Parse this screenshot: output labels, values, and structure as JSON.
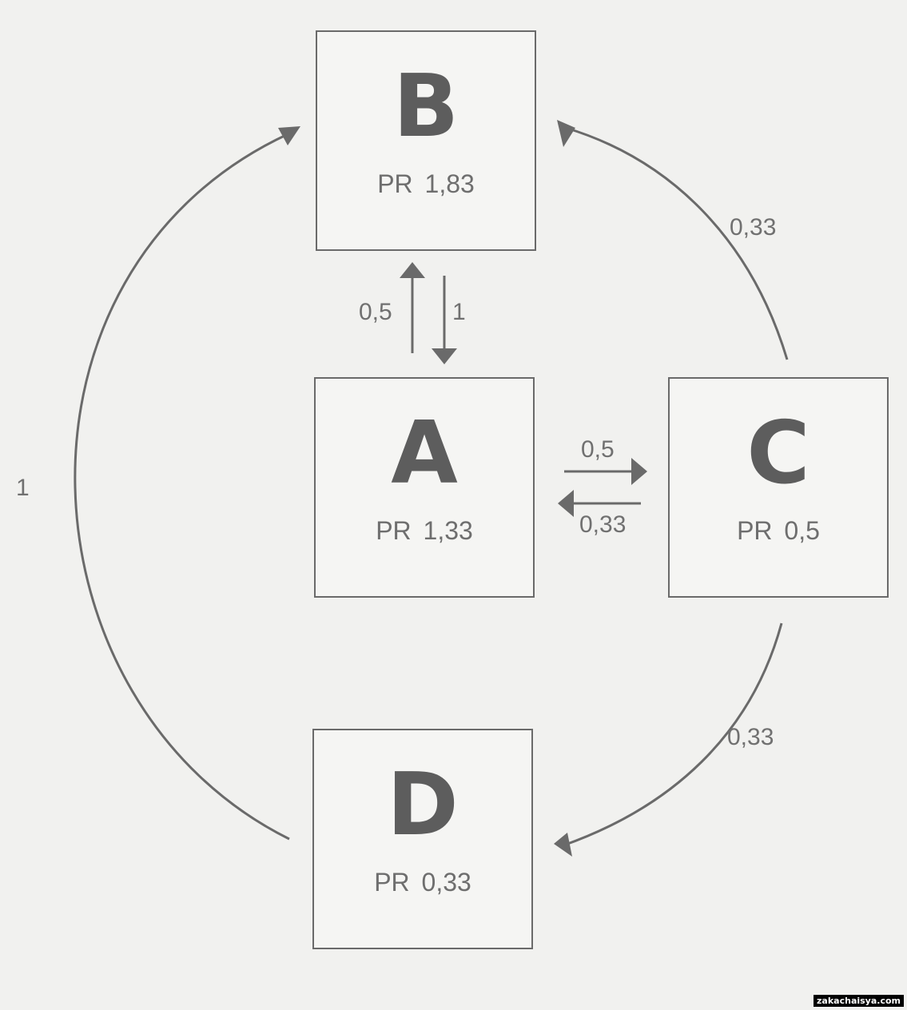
{
  "nodes": {
    "b": {
      "letter": "B",
      "pr": "PR 1,83"
    },
    "a": {
      "letter": "A",
      "pr": "PR 1,33"
    },
    "c": {
      "letter": "C",
      "pr": "PR 0,5"
    },
    "d": {
      "letter": "D",
      "pr": "PR 0,33"
    }
  },
  "edges": {
    "a_to_b": "0,5",
    "b_to_a": "1",
    "a_to_c": "0,5",
    "c_to_a": "0,33",
    "c_to_b": "0,33",
    "c_to_d": "0,33",
    "d_to_b": "1"
  },
  "watermark": "zakachaisya.com",
  "colors": {
    "stroke": "#6a6a6a",
    "text": "#6e6e6e",
    "background": "#f1f1ef"
  }
}
